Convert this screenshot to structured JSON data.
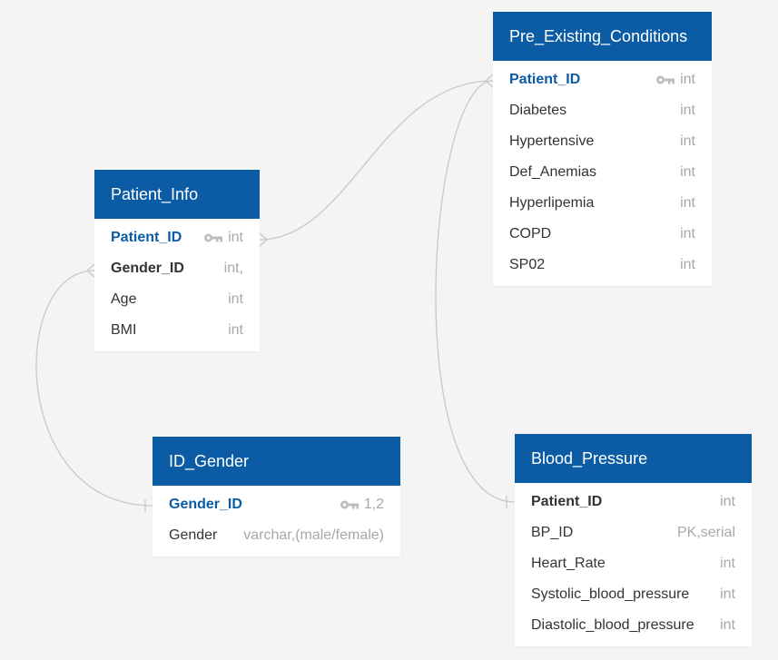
{
  "tables": {
    "pre_existing_conditions": {
      "title": "Pre_Existing_Conditions",
      "columns": [
        {
          "name": "Patient_ID",
          "type": "int",
          "key": true
        },
        {
          "name": "Diabetes",
          "type": "int"
        },
        {
          "name": "Hypertensive",
          "type": "int"
        },
        {
          "name": "Def_Anemias",
          "type": "int"
        },
        {
          "name": "Hyperlipemia",
          "type": "int"
        },
        {
          "name": "COPD",
          "type": "int"
        },
        {
          "name": "SP02",
          "type": "int"
        }
      ]
    },
    "patient_info": {
      "title": "Patient_Info",
      "columns": [
        {
          "name": "Patient_ID",
          "type": "int",
          "key": true
        },
        {
          "name": "Gender_ID",
          "type": "int,"
        },
        {
          "name": "Age",
          "type": "int"
        },
        {
          "name": "BMI",
          "type": "int"
        }
      ]
    },
    "id_gender": {
      "title": "ID_Gender",
      "columns": [
        {
          "name": "Gender_ID",
          "type": "1,2",
          "key": true
        },
        {
          "name": "Gender",
          "type": "varchar,(male/female)"
        }
      ]
    },
    "blood_pressure": {
      "title": "Blood_Pressure",
      "columns": [
        {
          "name": "Patient_ID",
          "type": "int"
        },
        {
          "name": "BP_ID",
          "type": "PK,serial"
        },
        {
          "name": "Heart_Rate",
          "type": "int"
        },
        {
          "name": "Systolic_blood_pressure",
          "type": "int"
        },
        {
          "name": "Diastolic_blood_pressure",
          "type": "int"
        }
      ]
    }
  },
  "colors": {
    "header": "#0b5ca5",
    "connector": "#c8c8c8",
    "background": "#f4f4f4"
  },
  "icons": {
    "key": "key-icon"
  }
}
